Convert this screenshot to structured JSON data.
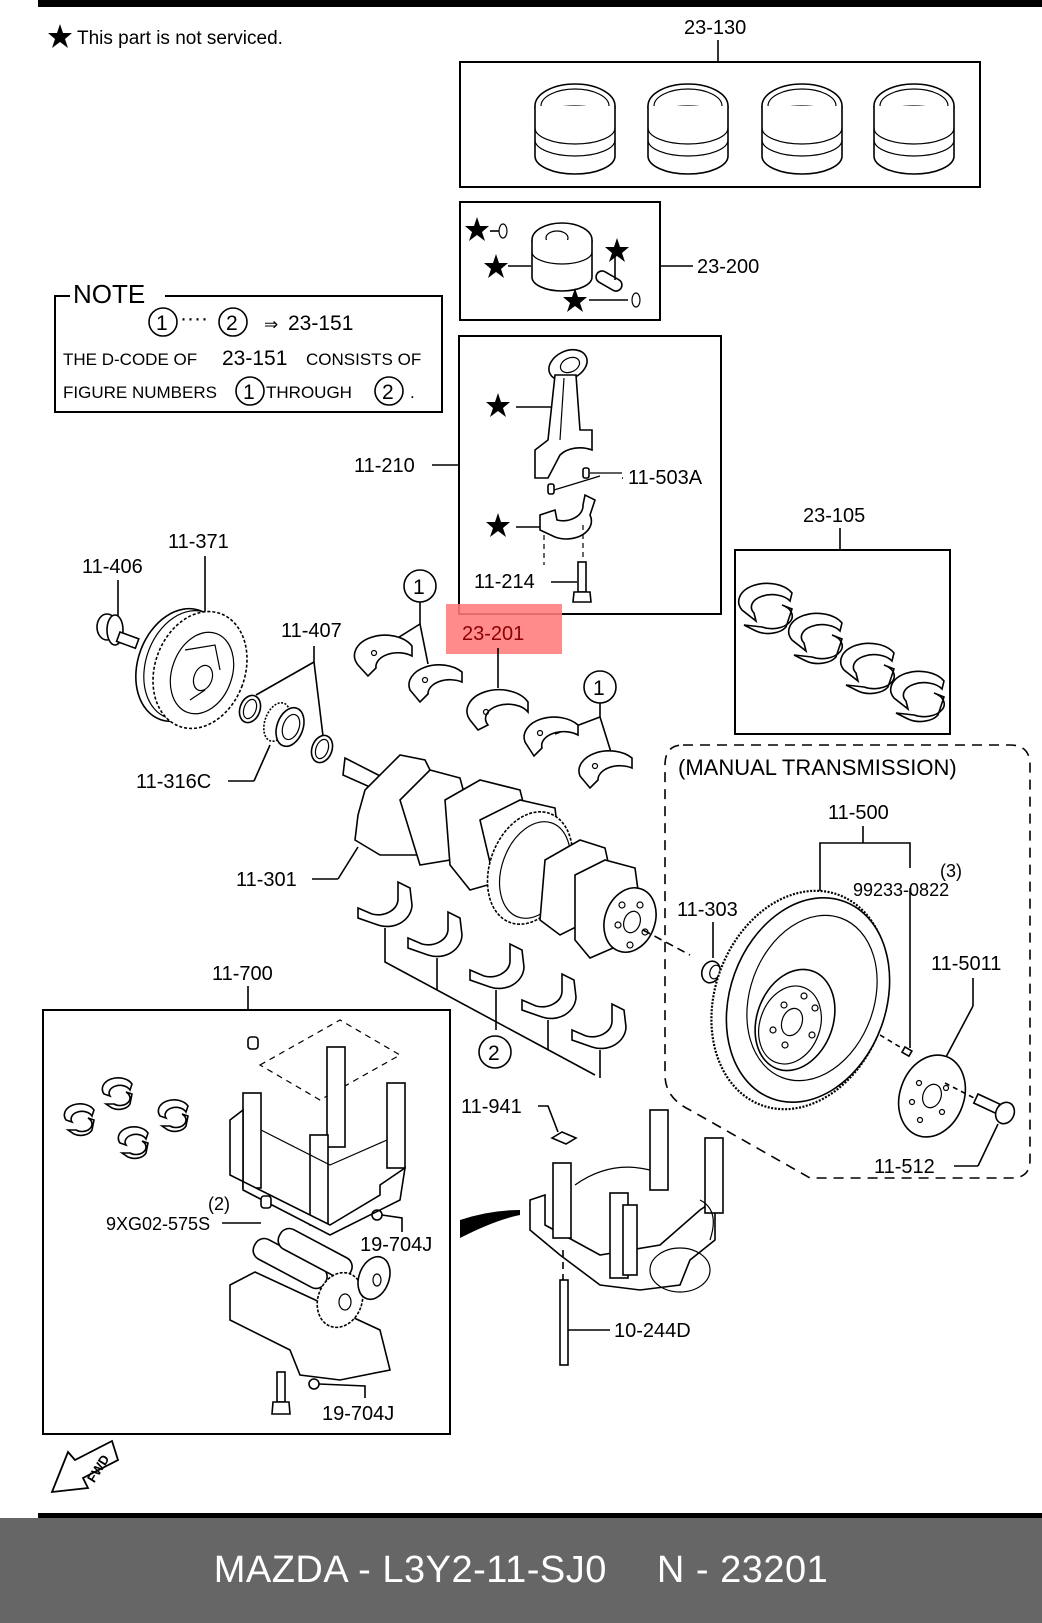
{
  "legend": {
    "star_note": "This part is not serviced."
  },
  "note": {
    "title": "NOTE",
    "range_start": "1",
    "range_dots": "····",
    "range_end": "2",
    "arrow": "⇒",
    "range_target": "23-151",
    "line1_a": "THE D-CODE OF",
    "line1_code": "23-151",
    "line1_b": "CONSISTS OF",
    "line2_a": "FIGURE NUMBERS",
    "line2_from": "1",
    "line2_mid": "THROUGH",
    "line2_to": "2",
    "line2_end": "."
  },
  "callouts": {
    "piston_rings": "23-130",
    "piston": "23-200",
    "connecting_rod": "11-210",
    "rod_pin": "11-503A",
    "rod_bolt": "11-214",
    "highlighted": "23-201",
    "rod_bearings": "23-105",
    "pulley_bolt": "11-406",
    "pulley": "11-371",
    "washer": "11-407",
    "sprocket": "11-316C",
    "crankshaft": "11-301",
    "crank_bearing_group_upper": "1",
    "crank_bearing_group_upper_2": "1",
    "crank_bearing_group_lower": "2",
    "pilot_bearing": "11-303",
    "flywheel": "11-500",
    "flywheel_pin_qty": "(3)",
    "flywheel_pin": "99233-0822",
    "plate": "11-5011",
    "flywheel_bolt": "11-512",
    "balancer": "11-700",
    "balancer_pin_qty": "(2)",
    "balancer_pin": "9XG02-575S",
    "balancer_plug_1": "19-704J",
    "balancer_plug_2": "19-704J",
    "gasket": "11-941",
    "balancer_bolt": "10-244D",
    "manual_transmission": "(MANUAL TRANSMISSION)",
    "fwd": "FWD"
  },
  "highlight": {
    "part": "23-201",
    "color": "#ff7b7b"
  },
  "footer": {
    "brand_part": "MAZDA - L3Y2-11-SJ0",
    "ref": "N - 23201",
    "background": "#666666"
  }
}
